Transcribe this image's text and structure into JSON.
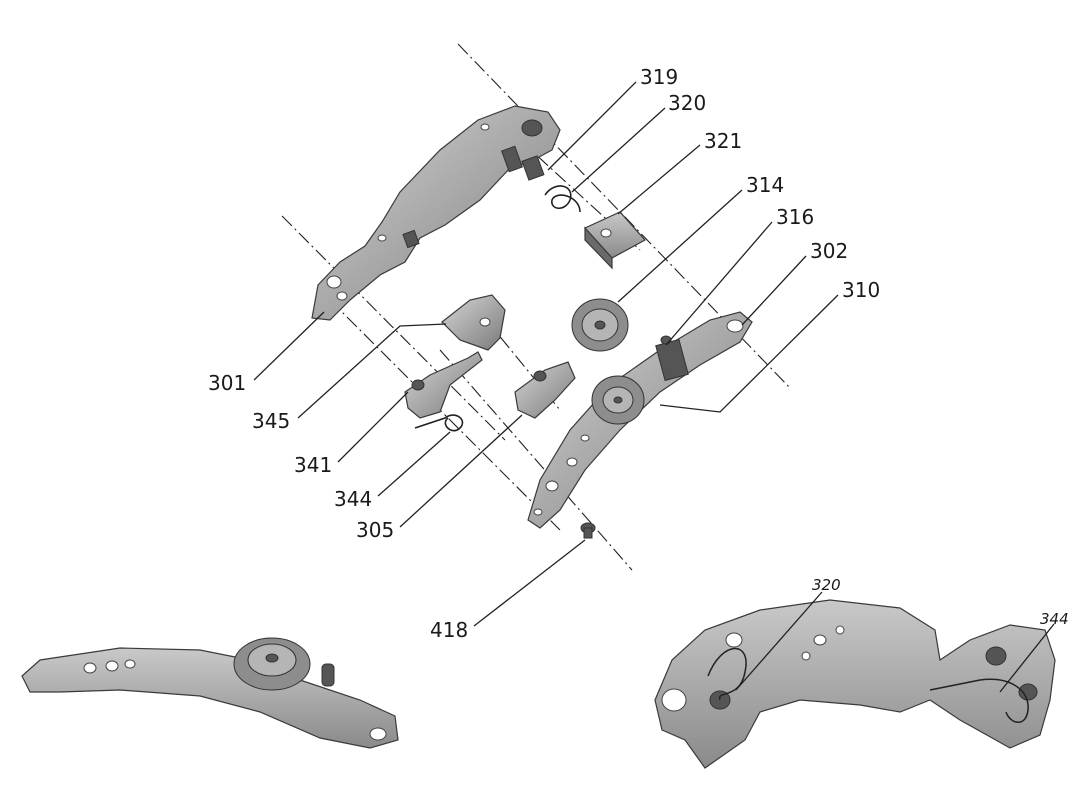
{
  "diagram": {
    "part_labels": [
      {
        "id": "p319",
        "text": "319"
      },
      {
        "id": "p320",
        "text": "320"
      },
      {
        "id": "p321",
        "text": "321"
      },
      {
        "id": "p314",
        "text": "314"
      },
      {
        "id": "p316",
        "text": "316"
      },
      {
        "id": "p302",
        "text": "302"
      },
      {
        "id": "p310",
        "text": "310"
      },
      {
        "id": "p301",
        "text": "301"
      },
      {
        "id": "p345",
        "text": "345"
      },
      {
        "id": "p341",
        "text": "341"
      },
      {
        "id": "p344",
        "text": "344"
      },
      {
        "id": "p305",
        "text": "305"
      },
      {
        "id": "p418",
        "text": "418"
      }
    ],
    "inset_labels": [
      {
        "id": "i320",
        "text": "320"
      },
      {
        "id": "i344",
        "text": "344"
      }
    ]
  }
}
